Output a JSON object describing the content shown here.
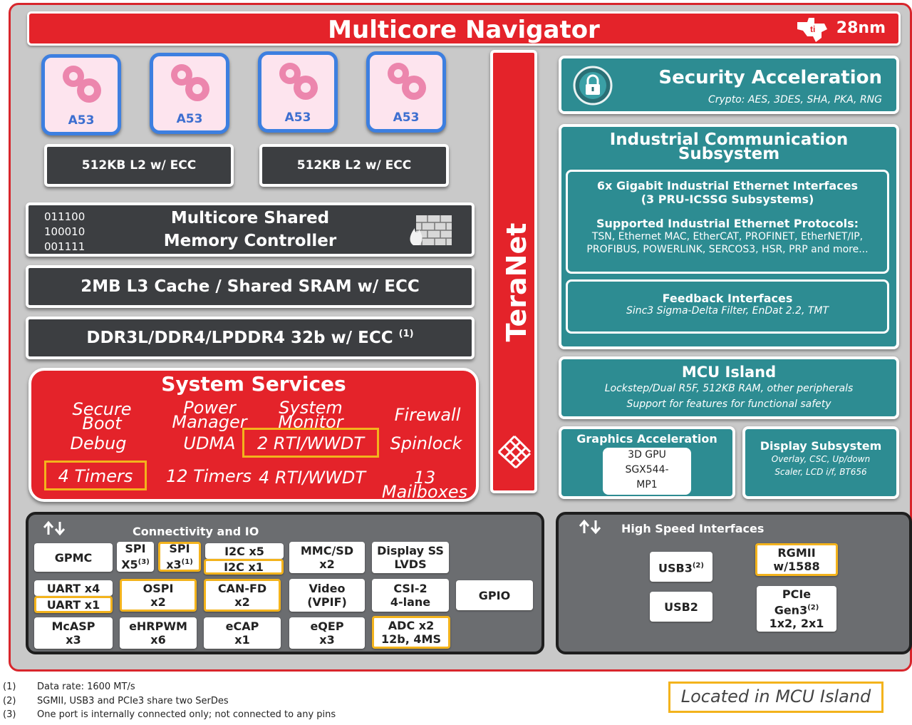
{
  "navigator": {
    "title": "Multicore Navigator",
    "node": "28nm"
  },
  "cores": [
    "A53",
    "A53",
    "A53",
    "A53"
  ],
  "l2": [
    "512KB L2 w/ ECC",
    "512KB L2 w/ ECC"
  ],
  "msmc": {
    "bits": [
      "011100",
      "100010",
      "001111"
    ],
    "line1": "Multicore Shared",
    "line2": "Memory Controller"
  },
  "l3": "2MB L3 Cache / Shared SRAM w/ ECC",
  "ddr": {
    "label": "DDR3L/DDR4/LPDDR4 32b w/ ECC",
    "note": "(1)"
  },
  "teranet": "TeraNet",
  "security": {
    "title": "Security Acceleration",
    "sub": "Crypto: AES, 3DES, SHA, PKA, RNG"
  },
  "icss": {
    "title1": "Industrial Communication",
    "title2": "Subsystem",
    "eth1": "6x Gigabit Industrial Ethernet Interfaces",
    "eth2": "(3 PRU-ICSSG Subsystems)",
    "proto_title": "Supported Industrial Ethernet Protocols:",
    "proto1": "TSN, Ethernet MAC, EtherCAT, PROFINET, EtherNET/IP,",
    "proto2": "PROFIBUS, POWERLINK, SERCOS3, HSR, PRP and more...",
    "fb_title": "Feedback Interfaces",
    "fb_sub": "Sinc3 Sigma-Delta Filter, EnDat 2.2, TMT"
  },
  "mcu": {
    "title": "MCU Island",
    "line1": "Lockstep/Dual R5F, 512KB RAM, other peripherals",
    "line2": "Support for features for functional safety"
  },
  "gfx": {
    "title": "Graphics Acceleration",
    "gpu1": "3D GPU",
    "gpu2": "SGX544-",
    "gpu3": "MP1"
  },
  "dss": {
    "title": "Display Subsystem",
    "line1": "Overlay, CSC, Up/down",
    "line2": "Scaler, LCD i/f, BT656"
  },
  "system": {
    "title": "System Services",
    "secure1": "Secure",
    "secure2": "Boot",
    "power1": "Power",
    "power2": "Manager",
    "sysmon1": "System",
    "sysmon2": "Monitor",
    "firewall": "Firewall",
    "debug": "Debug",
    "udma": "UDMA",
    "rti2": "2 RTI/WWDT",
    "spinlock": "Spinlock",
    "timers4": "4 Timers",
    "timers12": "12 Timers",
    "rti4": "4 RTI/WWDT",
    "mailboxes": "13 Mailboxes"
  },
  "io": {
    "title": "Connectivity and IO",
    "gpmc": "GPMC",
    "spi5a": "SPI",
    "spi5b": "X5",
    "spi5n": "(3)",
    "spi3a": "SPI",
    "spi3b": "x3",
    "spi3n": "(1)",
    "i2c5": "I2C x5",
    "i2c1": "I2C x1",
    "mmc1": "MMC/SD",
    "mmc2": "x2",
    "dss1": "Display SS",
    "dss2": "LVDS",
    "uart4": "UART x4",
    "uart1": "UART x1",
    "ospi1": "OSPI",
    "ospi2": "x2",
    "can1": "CAN-FD",
    "can2": "x2",
    "video1": "Video",
    "video2": "(VPIF)",
    "csi1": "CSI-2",
    "csi2": "4-lane",
    "gpio": "GPIO",
    "mcasp1": "McASP",
    "mcasp2": "x3",
    "ehrpwm1": "eHRPWM",
    "ehrpwm2": "x6",
    "ecap1": "eCAP",
    "ecap2": "x1",
    "eqep1": "eQEP",
    "eqep2": "x3",
    "adc1": "ADC x2",
    "adc2": "12b, 4MS"
  },
  "hs": {
    "title": "High Speed Interfaces",
    "usb3": "USB3",
    "usb3n": "(2)",
    "usb2": "USB2",
    "rgmii1": "RGMII",
    "rgmii2": "w/1588",
    "pcie1": "PCIe",
    "pcie2": "Gen3",
    "pcie2n": "(2)",
    "pcie3": "1x2, 2x1"
  },
  "footnotes": [
    {
      "num": "(1)",
      "text": "Data rate: 1600 MT/s"
    },
    {
      "num": "(2)",
      "text": "SGMII, USB3 and PCIe3 share two SerDes"
    },
    {
      "num": "(3)",
      "text": "One port is internally connected only; not connected to any pins"
    }
  ],
  "legend": "Located in MCU Island",
  "colors": {
    "red": "#e4232a",
    "teal": "#2d8c92",
    "dark": "#3c3e41",
    "highlight": "#f3b31c"
  }
}
